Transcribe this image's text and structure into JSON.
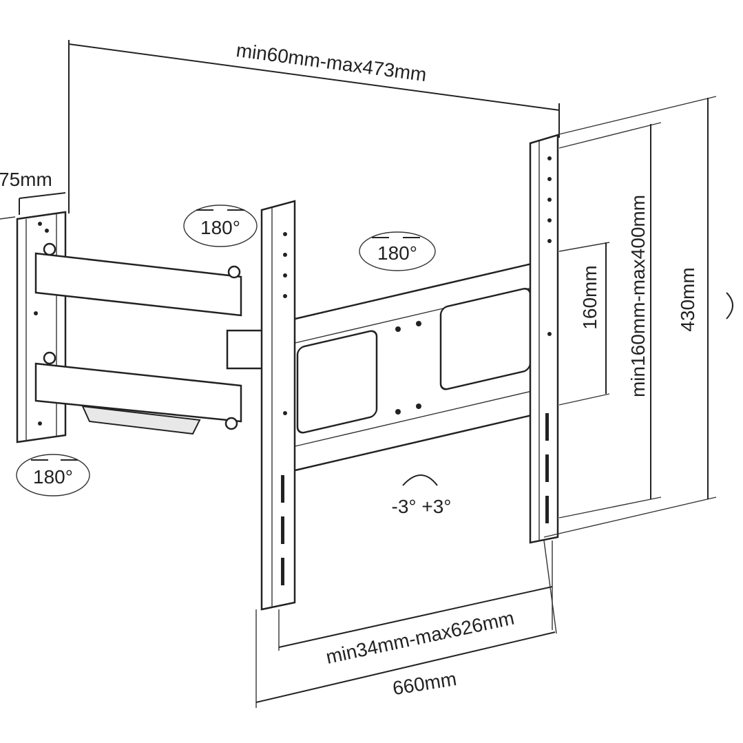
{
  "title": "Full-motion TV wall mount dimension drawing",
  "dimensions": {
    "arm_extension": "min60mm-max473mm",
    "wall_plate_width": "75mm",
    "vesa_vertical_inner": "160mm",
    "vesa_vertical_range": "min160mm-max400mm",
    "bracket_height": "430mm",
    "vesa_horizontal_range": "min34mm-max626mm",
    "bracket_width": "660mm"
  },
  "rotations": {
    "wall_swivel": "180°",
    "arm_swivel": "180°",
    "head_swivel": "180°",
    "tilt": "-3° +3°"
  }
}
